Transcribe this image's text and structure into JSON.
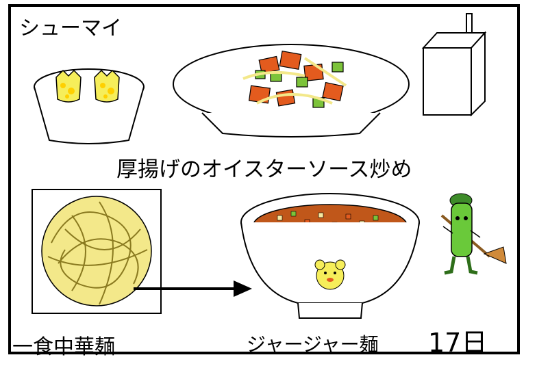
{
  "labels": {
    "shumai": "シューマイ",
    "atsuage": "厚揚げのオイスターソース炒め",
    "noodle": "一食中華麺",
    "jaja": "ジャージャー麺",
    "date": "17日"
  },
  "icons": {
    "shumai_bowl": "shumai-bowl-icon",
    "stirfry_dish": "stirfry-dish-icon",
    "milk_carton": "milk-carton-icon",
    "noodles": "noodles-icon",
    "arrow": "arrow-right-icon",
    "jajamen_bowl": "jajamen-bowl-icon",
    "mascot": "green-mascot-icon"
  },
  "colors": {
    "outline": "#000000",
    "noodle_yellow": "#f3e88a",
    "shumai_yellow": "#f6ee5a",
    "sauce_brown": "#c0571a",
    "veg_green": "#7cc33a",
    "atsuage_orange": "#e35b1e",
    "mascot_green": "#6ac93a"
  }
}
